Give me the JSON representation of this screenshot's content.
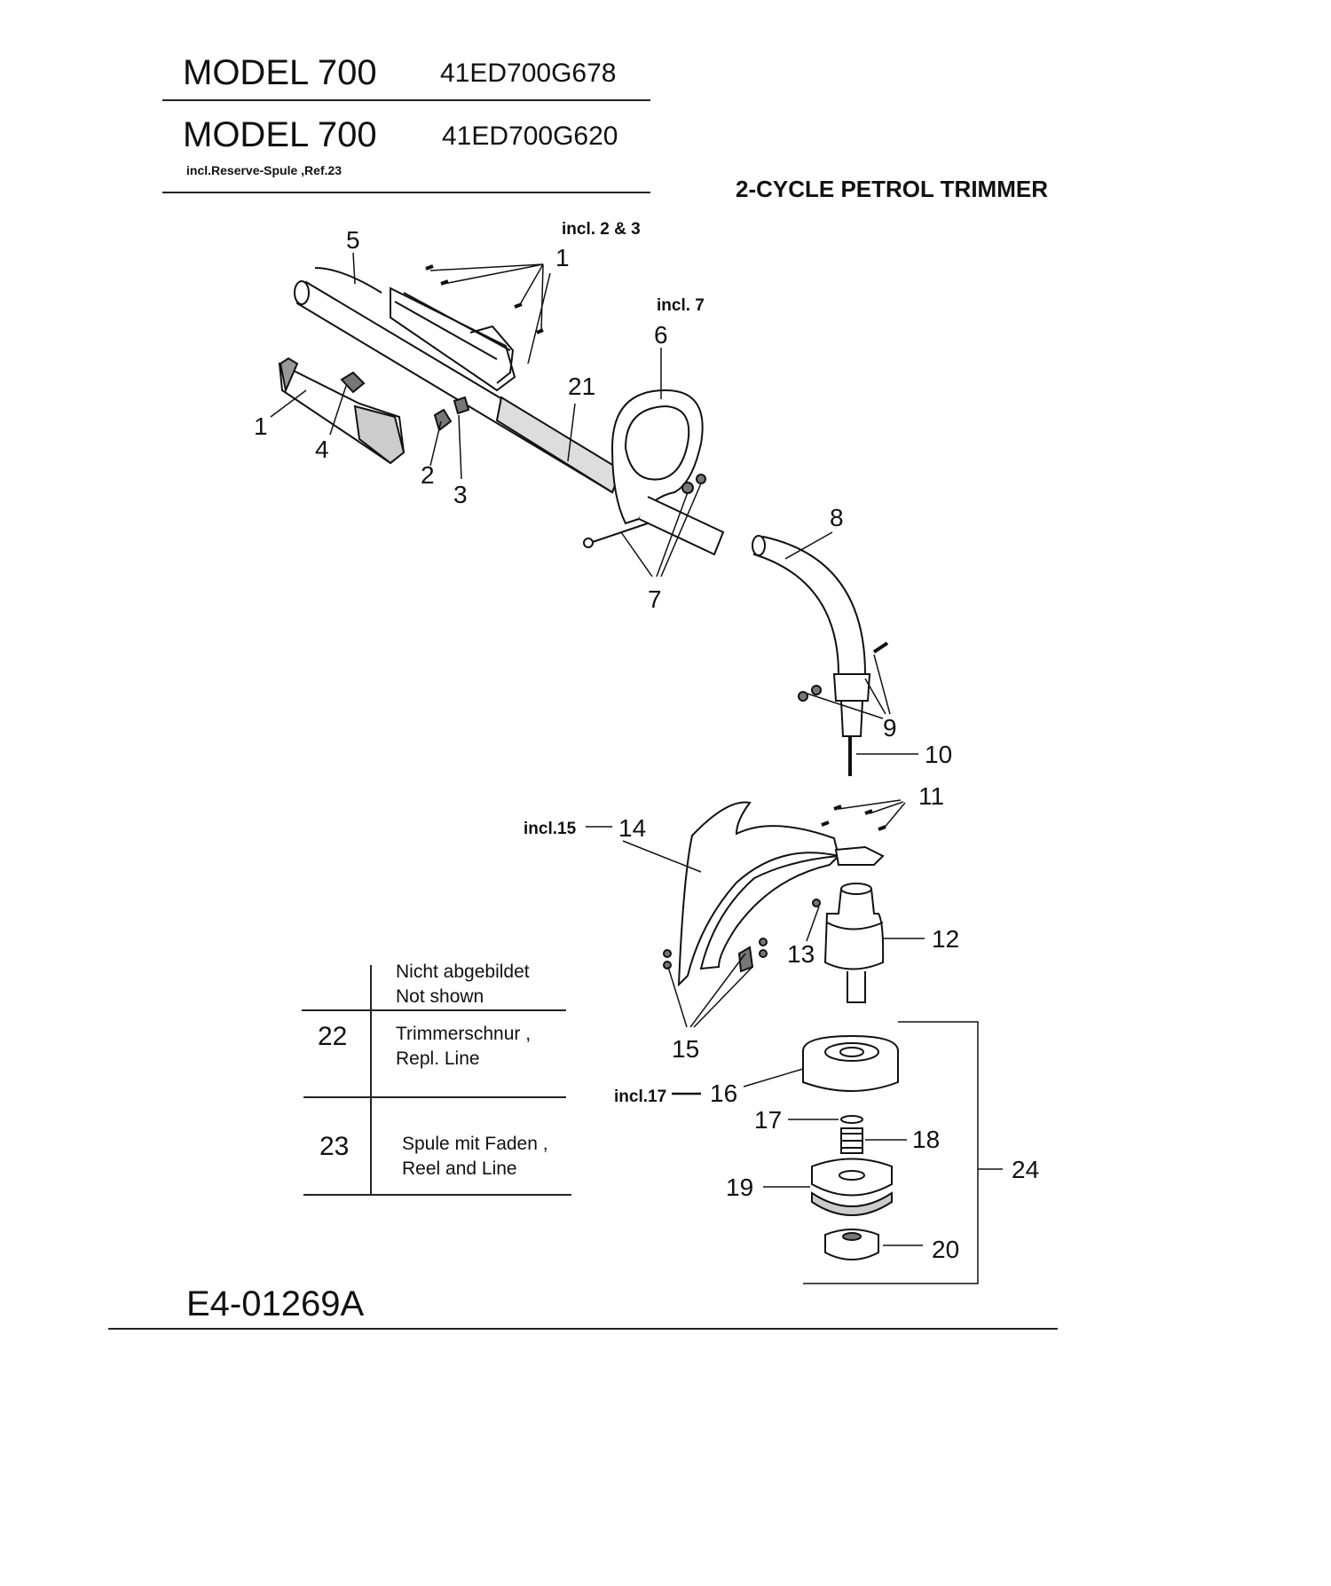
{
  "header": {
    "rows": [
      {
        "model": "MODEL 700",
        "code": "41ED700G678"
      },
      {
        "model": "MODEL 700",
        "code": "41ED700G620",
        "note": "incl.Reserve-Spule ,Ref.23"
      }
    ],
    "subtitle": "2-CYCLE PETROL TRIMMER"
  },
  "callouts": {
    "c1a": "1",
    "c1b": "1",
    "c2": "2",
    "c3": "3",
    "c4": "4",
    "c5": "5",
    "c6": "6",
    "c7": "7",
    "c8": "8",
    "c9": "9",
    "c10": "10",
    "c11": "11",
    "c12": "12",
    "c13": "13",
    "c14": "14",
    "c15": "15",
    "c16": "16",
    "c17": "17",
    "c18": "18",
    "c19": "19",
    "c20": "20",
    "c21": "21",
    "c24": "24"
  },
  "notes": {
    "incl_2_3": "incl. 2 & 3",
    "incl_7": "incl. 7",
    "incl_15": "incl.15",
    "incl_17": "incl.17"
  },
  "table": {
    "header_de": "Nicht abgebildet",
    "header_en": "Not shown",
    "rows": [
      {
        "ref": "22",
        "de": "Trimmerschnur ,",
        "en": "Repl. Line"
      },
      {
        "ref": "23",
        "de": "Spule mit Faden ,",
        "en": "Reel and Line"
      }
    ]
  },
  "footer": {
    "doc_id": "E4-01269A"
  }
}
